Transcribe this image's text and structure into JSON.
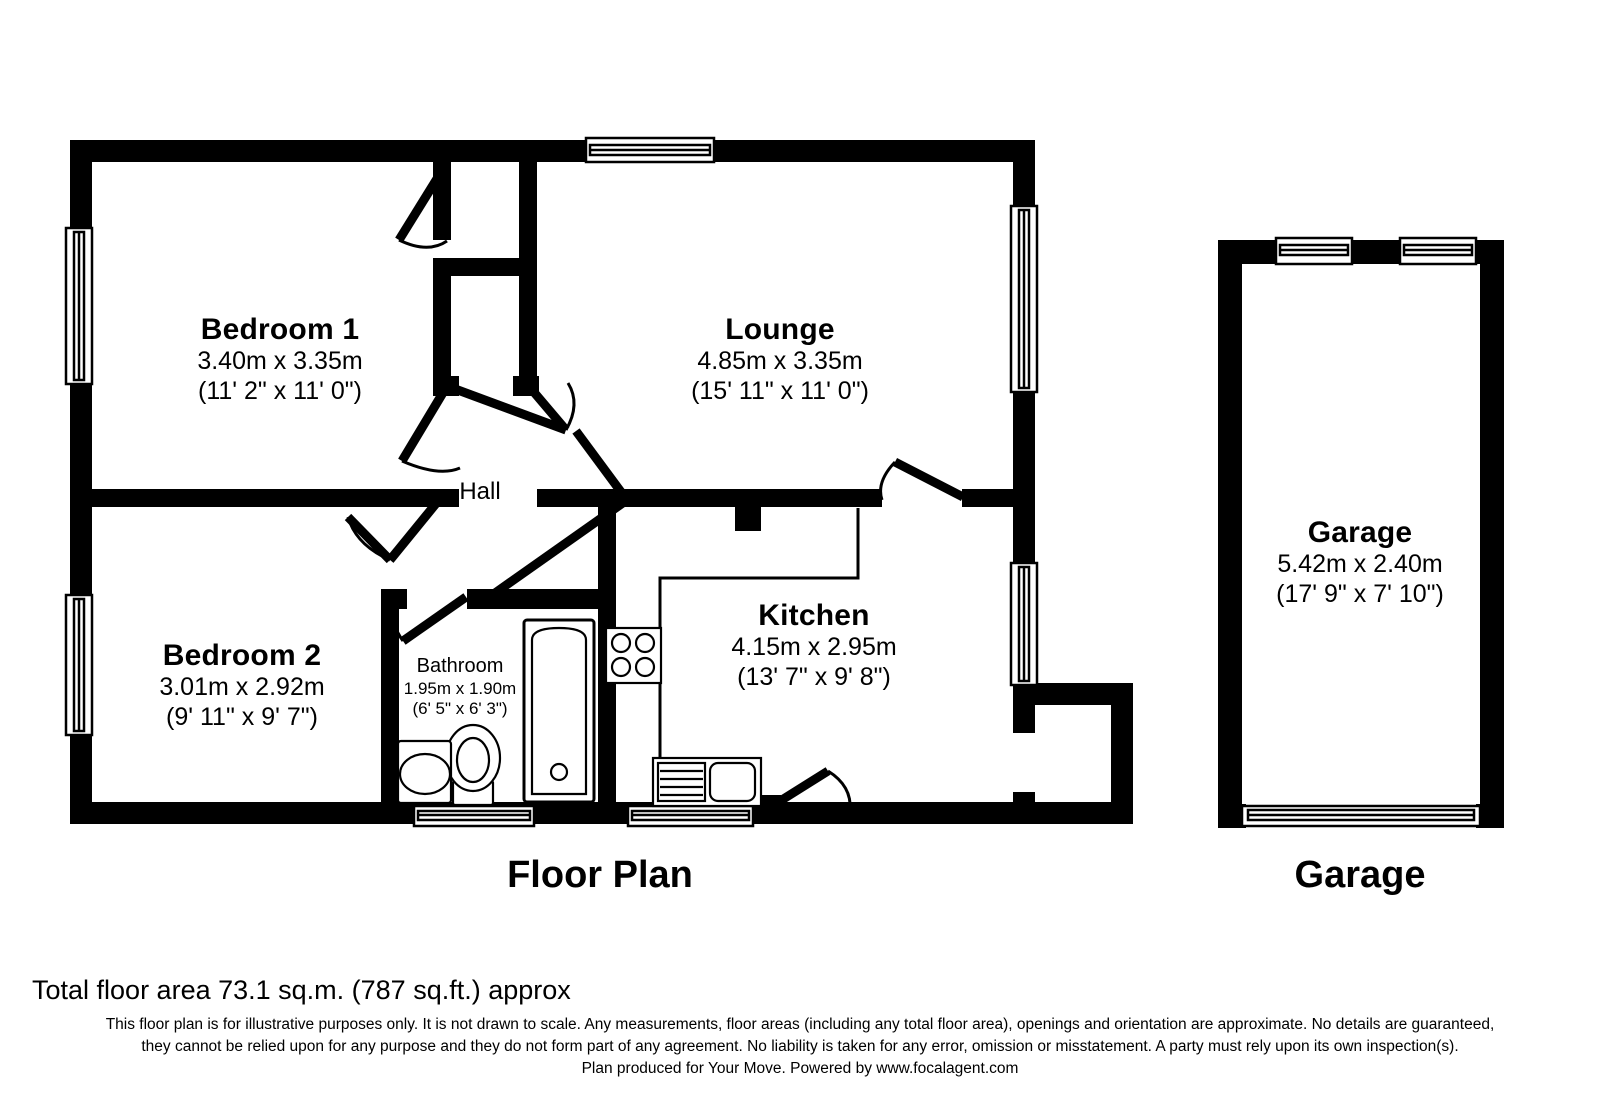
{
  "document": {
    "type": "floor-plan",
    "sections": [
      {
        "id": "floorplan",
        "title": "Floor Plan"
      },
      {
        "id": "garage",
        "title": "Garage"
      }
    ]
  },
  "rooms": [
    {
      "id": "bedroom1",
      "name": "Bedroom 1",
      "dim_metric": "3.40m x 3.35m",
      "dim_imperial": "(11' 2\" x 11' 0\")"
    },
    {
      "id": "lounge",
      "name": "Lounge",
      "dim_metric": "4.85m x 3.35m",
      "dim_imperial": "(15' 11\" x 11' 0\")"
    },
    {
      "id": "bedroom2",
      "name": "Bedroom 2",
      "dim_metric": "3.01m x 2.92m",
      "dim_imperial": "(9' 11\" x 9' 7\")"
    },
    {
      "id": "bathroom",
      "name": "Bathroom",
      "dim_metric": "1.95m x 1.90m",
      "dim_imperial": "(6' 5\" x 6' 3\")"
    },
    {
      "id": "kitchen",
      "name": "Kitchen",
      "dim_metric": "4.15m x 2.95m",
      "dim_imperial": "(13' 7\" x 9' 8\")"
    },
    {
      "id": "hall",
      "name": "Hall",
      "dim_metric": "",
      "dim_imperial": ""
    },
    {
      "id": "garage",
      "name": "Garage",
      "dim_metric": "5.42m x 2.40m",
      "dim_imperial": "(17' 9\" x 7' 10\")"
    }
  ],
  "footer": {
    "total_area": "Total floor area 73.1 sq.m. (787 sq.ft.) approx",
    "disclaimer_line1": "This floor plan is for illustrative purposes only. It is not drawn to scale. Any measurements, floor areas (including any total floor area), openings and orientation are approximate. No details are guaranteed,",
    "disclaimer_line2": "they cannot be relied upon for any purpose and they do not form part of any agreement. No liability is taken for any error, omission or misstatement. A party must rely upon its own inspection(s).",
    "disclaimer_line3": "Plan produced for Your Move. Powered by www.focalagent.com"
  },
  "colors": {
    "wall": "#000000",
    "background": "#ffffff",
    "text": "#000000"
  }
}
